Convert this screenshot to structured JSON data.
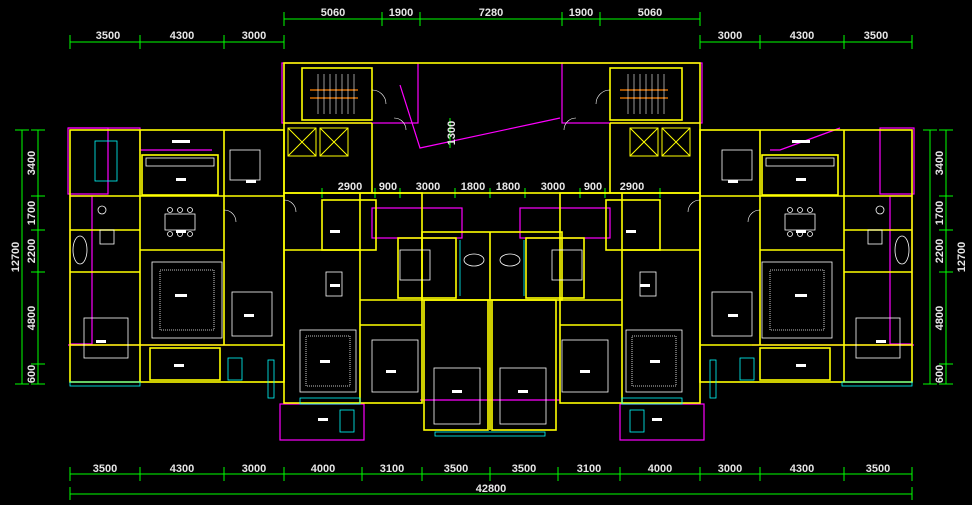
{
  "colors": {
    "background": "#000000",
    "dimension": "#00ff00",
    "wall": "#ffff00",
    "balcony": "#ff00ff",
    "furniture": "#ffffff",
    "detail": "#00ffff",
    "stair": "#ff8000",
    "text": "#ffffff"
  },
  "dims": {
    "top_row1": [
      "5060",
      "1900",
      "7280",
      "1900",
      "5060"
    ],
    "top_left": [
      "3500",
      "4300",
      "3000"
    ],
    "top_right": [
      "3000",
      "4300",
      "3500"
    ],
    "core": [
      "2900",
      "900",
      "3000",
      "1800",
      "1800",
      "3000",
      "900",
      "2900"
    ],
    "vertical_core": "1300",
    "left_vertical": [
      "3400",
      "1700",
      "2200",
      "4800",
      "600"
    ],
    "left_total": "12700",
    "right_vertical": [
      "3400",
      "1700",
      "2200",
      "4800",
      "600"
    ],
    "right_total": "12700",
    "bottom": [
      "3500",
      "4300",
      "3000",
      "4000",
      "3100",
      "3500",
      "3500",
      "3100",
      "4000",
      "3000",
      "4300",
      "3500"
    ],
    "bottom_total": "42800"
  }
}
